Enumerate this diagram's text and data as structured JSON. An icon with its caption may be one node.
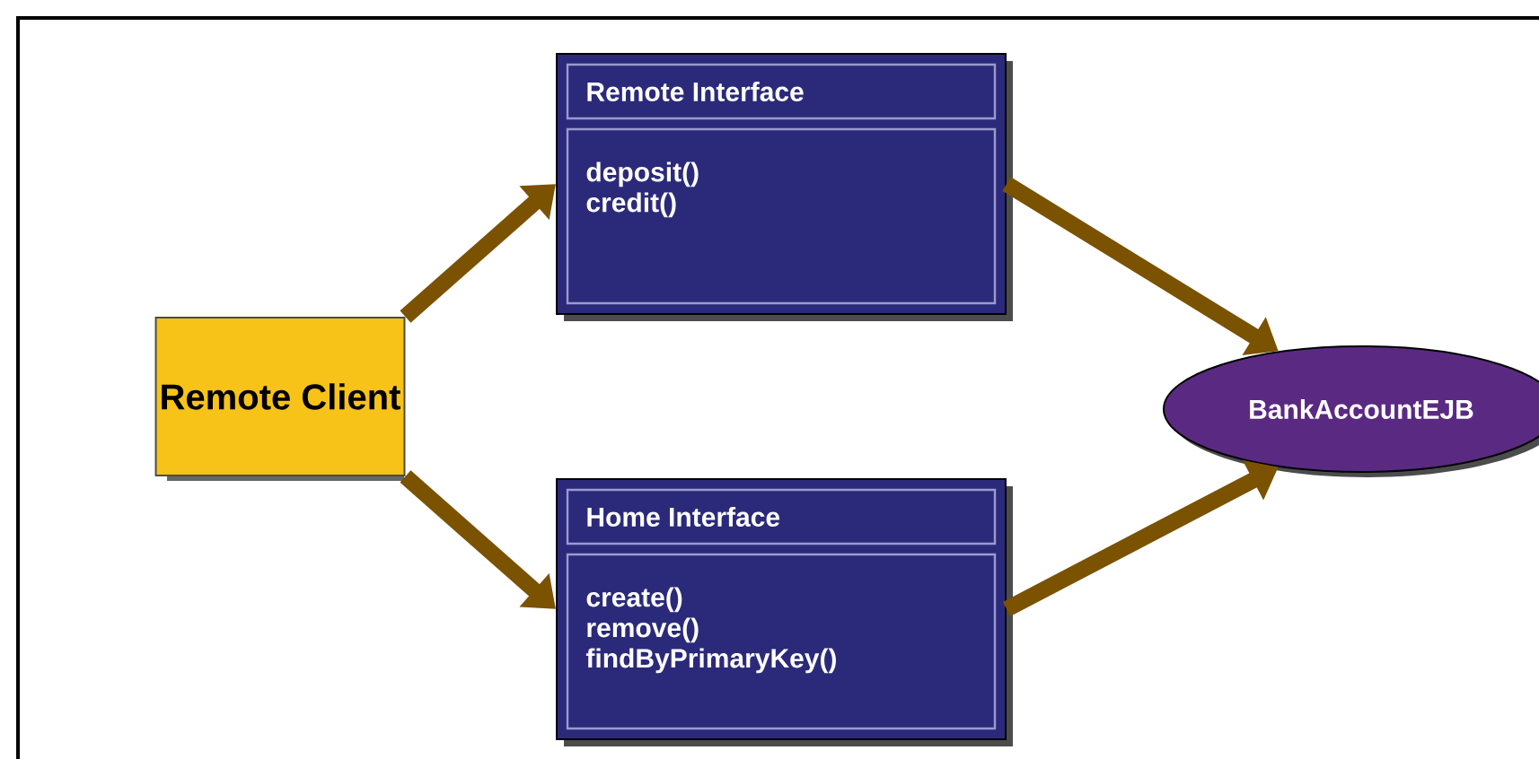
{
  "diagram": {
    "nodes": [
      {
        "text": [
          "Remote Client"
        ]
      },
      {
        "text": [
          "Remote Interface",
          "deposit()",
          "credit()"
        ]
      },
      {
        "text": [
          "Home Interface",
          "create()",
          "remove()",
          "findByPrimaryKey()"
        ]
      },
      {
        "text": [
          "BankAccountEJB"
        ]
      }
    ],
    "edges": [
      {
        "from": 0,
        "to": 1,
        "arrow": "to"
      },
      {
        "from": 0,
        "to": 2,
        "arrow": "to"
      },
      {
        "from": 1,
        "to": 3,
        "arrow": "to"
      },
      {
        "from": 2,
        "to": 3,
        "arrow": "to"
      }
    ]
  }
}
